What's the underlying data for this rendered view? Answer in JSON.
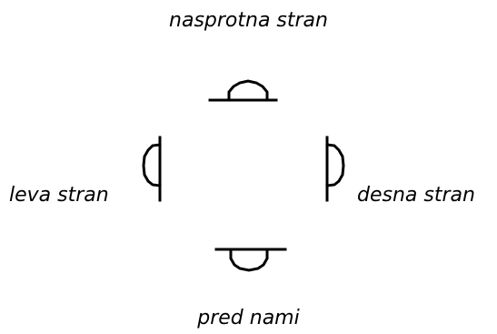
{
  "labels": {
    "top": "nasprotna stran",
    "left": "leva stran",
    "right": "desna stran",
    "bottom": "pred nami"
  },
  "symbols": {
    "top": "half-circle-symbol",
    "left": "half-circle-symbol",
    "right": "half-circle-symbol",
    "bottom": "half-circle-symbol"
  },
  "colors": {
    "line": "#000000",
    "text": "#000000",
    "background": "#ffffff"
  }
}
